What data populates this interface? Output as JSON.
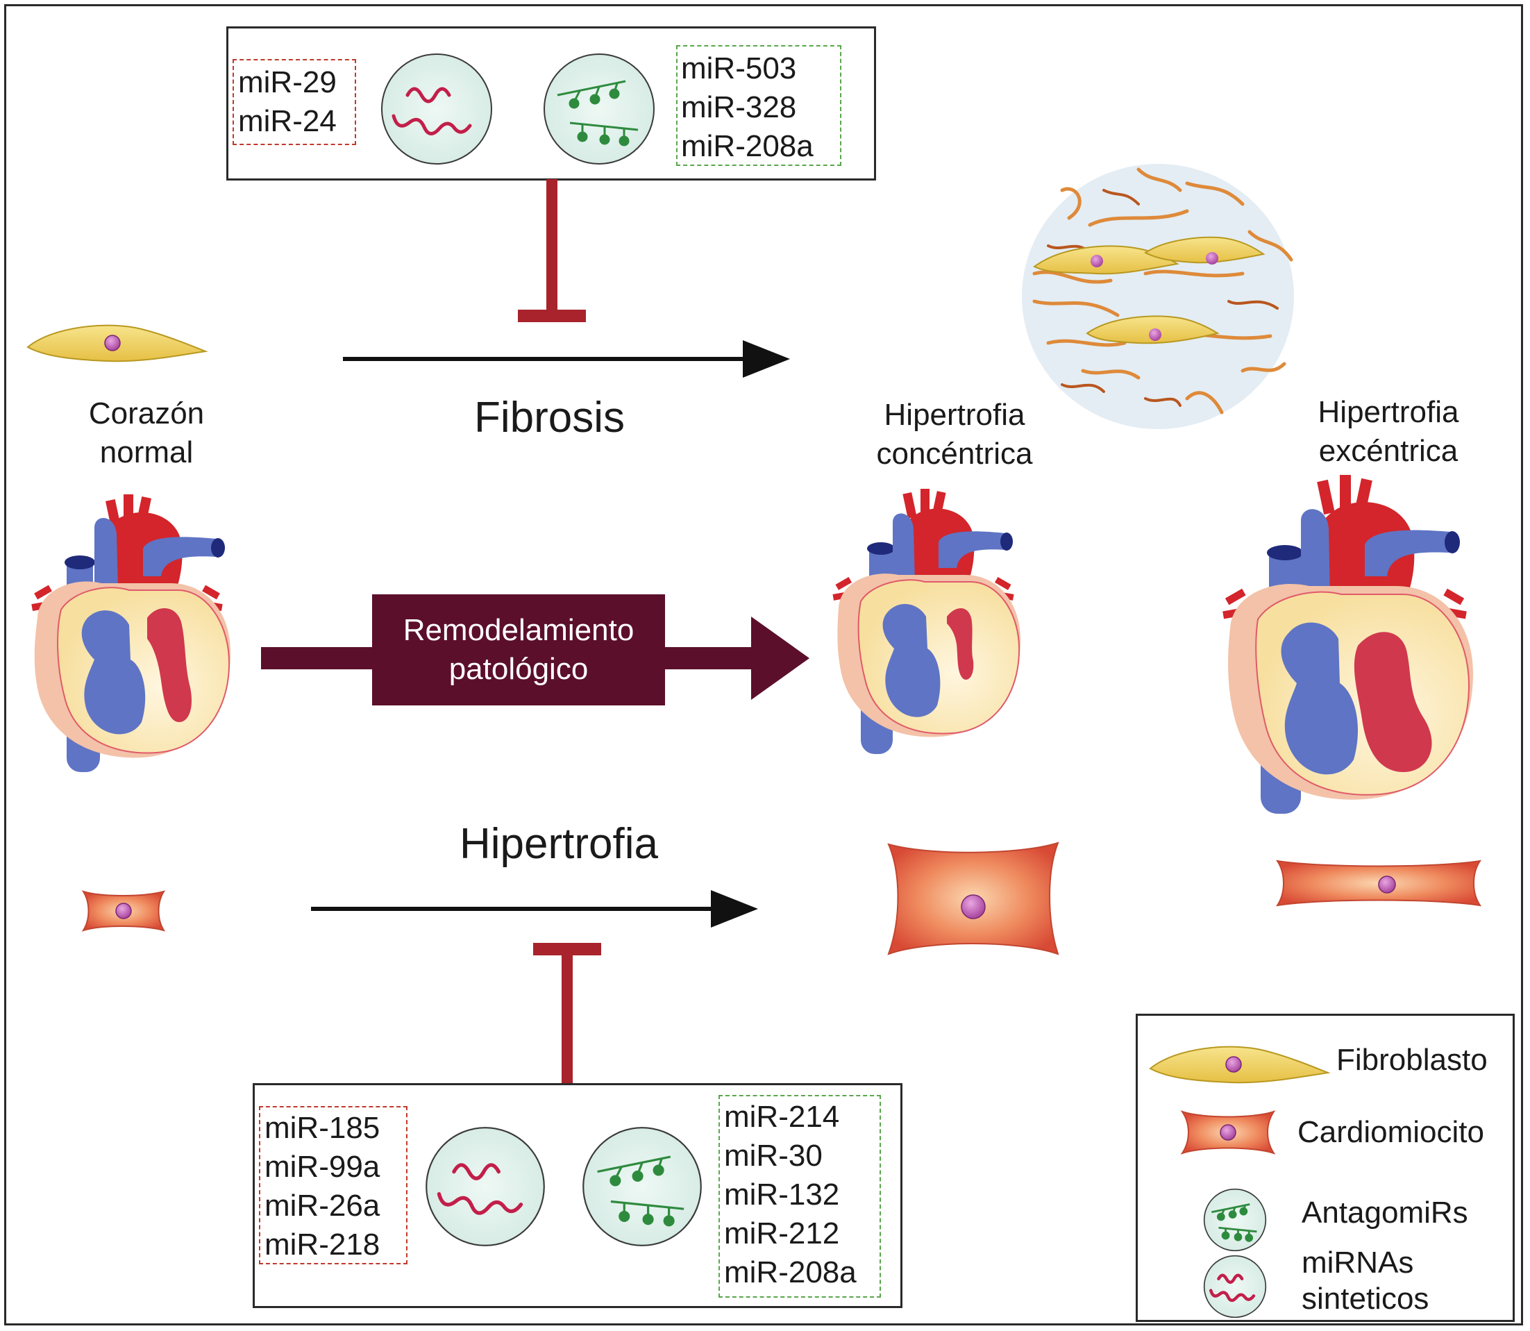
{
  "fibrosis_box": {
    "synthetic": [
      "miR-29",
      "miR-24"
    ],
    "antagomirs": [
      "miR-503",
      "miR-328",
      "miR-208a"
    ]
  },
  "hypertrophy_box": {
    "synthetic": [
      "miR-185",
      "miR-99a",
      "miR-26a",
      "miR-218"
    ],
    "antagomirs": [
      "miR-214",
      "miR-30",
      "miR-132",
      "miR-212",
      "miR-208a"
    ]
  },
  "labels": {
    "normal_heart": [
      "Corazón",
      "normal"
    ],
    "fibrosis": "Fibrosis",
    "concentric": [
      "Hipertrofia",
      "concéntrica"
    ],
    "eccentric": [
      "Hipertrofia",
      "excéntrica"
    ],
    "remodeling": [
      "Remodelamiento",
      "patológico"
    ],
    "hypertrophy": "Hipertrofia"
  },
  "legend": {
    "fibroblast": "Fibroblasto",
    "cardiomyocyte": "Cardiomiocito",
    "antagomirs": "AntagomiRs",
    "synthetic": [
      "miRNAs",
      "sinteticos"
    ]
  },
  "colors": {
    "inhibit": "#a8232b",
    "arrow": "#111111",
    "remodel_box": "#5b0f2b",
    "mirna_strand": "#c21f4a",
    "antagomir": "#2e8b3e",
    "fibroblast": "#f0d368",
    "cardiomyocyte": "#e0603f",
    "nucleus": "#b04aa8",
    "aorta": "#d3252b",
    "vein": "#5f74c4",
    "myocardium": "#fbe8b4",
    "pericardium": "#f3c2a8"
  }
}
